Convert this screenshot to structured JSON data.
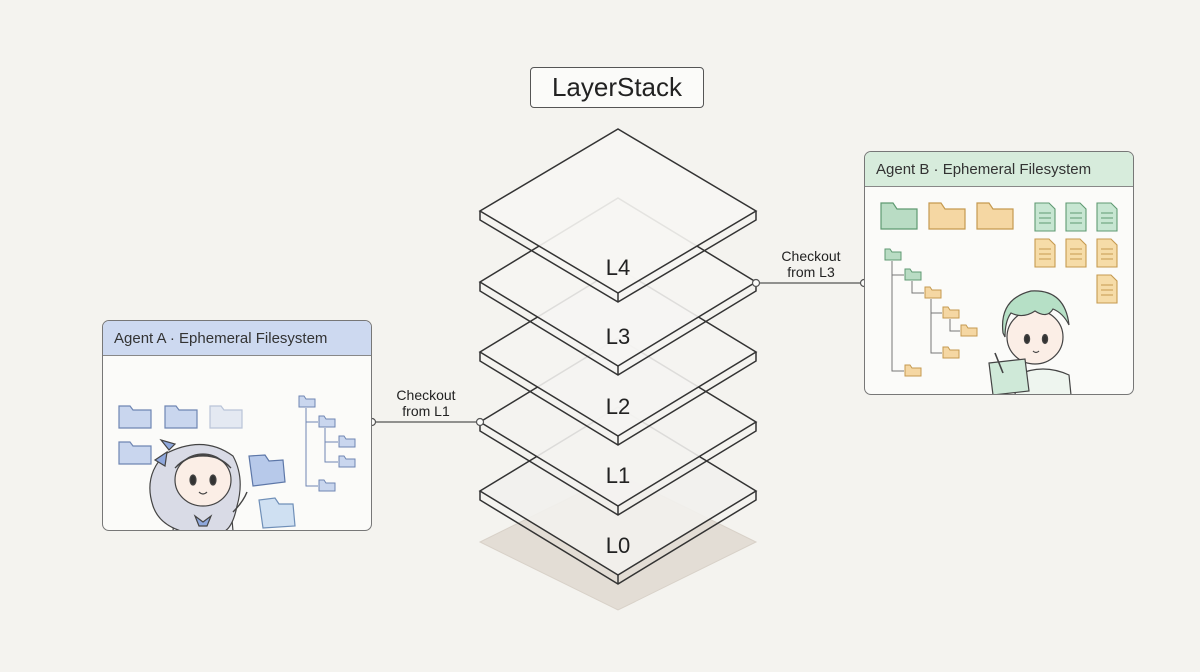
{
  "title": "LayerStack",
  "layers": [
    {
      "label": "L4"
    },
    {
      "label": "L3"
    },
    {
      "label": "L2"
    },
    {
      "label": "L1"
    },
    {
      "label": "L0"
    }
  ],
  "agent_a": {
    "header": "Agent A · Ephemeral Filesystem",
    "checkout": [
      "Checkout",
      "from L1"
    ],
    "accent": "#cdd9f0"
  },
  "agent_b": {
    "header": "Agent B · Ephemeral Filesystem",
    "checkout": [
      "Checkout",
      "from L3"
    ],
    "accent": "#d7ecdc"
  }
}
